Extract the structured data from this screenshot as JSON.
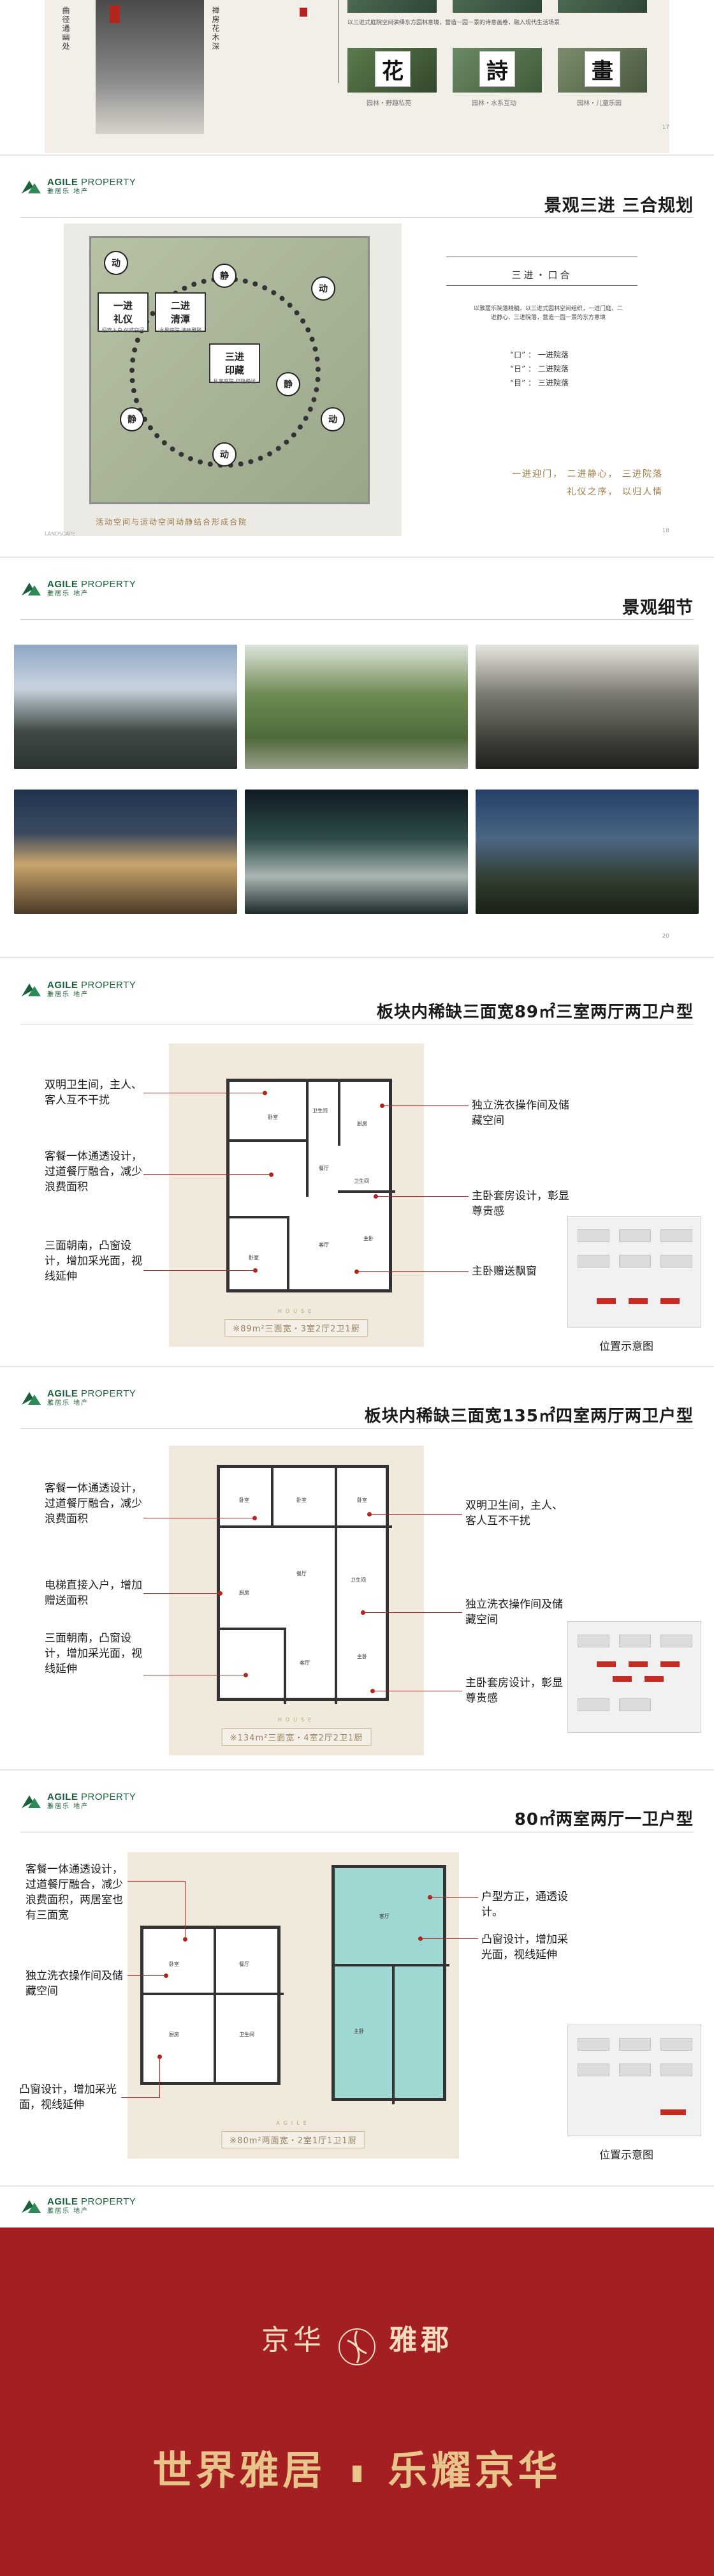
{
  "brand": {
    "en_bold": "AGILE",
    "en_light": "PROPERTY",
    "cn": "雅居乐 地产"
  },
  "slide1": {
    "page": "17",
    "chars": [
      "花",
      "詩",
      "畫"
    ],
    "captions": [
      "园林・野趣私苑",
      "园林・水系互动",
      "园林・儿童乐园"
    ],
    "intro_text": "以三进式庭院空间演绎东方园林意境，营造一园一景的诗意画卷，融入现代生活场景",
    "vtext": [
      "曲径通幽处",
      "禅房花木深"
    ]
  },
  "slide2": {
    "title": "景观三进 三合规划",
    "page": "18",
    "left_small": "LANDSCAPE",
    "zone1": "一进\n礼仪",
    "zone1_sub": "迎宾入户 仪式空间",
    "zone2": "二进\n清潭",
    "zone2_sub": "水景庭院 清幽雅致",
    "zone3": "三进\n印藏",
    "zone3_sub": "私享庭院 归隐静谧",
    "seal": "静",
    "seal_b": "动",
    "plan_caption": "活动空间与运动空间动静结合形成合院",
    "subhead": "三进・口合",
    "desc": "以雅居乐院落精髓，以三进式园林空间组织，一进门庭、二进静心、三进院落，营造一园一景的东方意境",
    "kv": [
      {
        "k": "“口”",
        "v": "一进院落"
      },
      {
        "k": "“日”",
        "v": "二进院落"
      },
      {
        "k": "“目”",
        "v": "三进院落"
      }
    ],
    "poem1": "一进迎门， 二进静心， 三进院落",
    "poem2": "礼仪之序， 以归人情"
  },
  "slide3": {
    "title": "景观细节",
    "page": "20"
  },
  "slide4": {
    "title": "板块内稀缺三面宽89㎡三室两厅两卫户型",
    "caption": "※89m²三面宽・3室2厅2卫1厨",
    "house": "HOUSE",
    "notes_left": [
      "双明卫生间，主人、客人互不干扰",
      "客餐一体通透设计，过道餐厅融合，减少浪费面积",
      "三面朝南，凸窗设计，增加采光面，视线延伸"
    ],
    "notes_right": [
      "独立洗衣操作间及储藏空间",
      "主卧套房设计，彰显尊贵感",
      "主卧赠送飘窗"
    ],
    "rooms": [
      "卧室",
      "餐厅",
      "厨房",
      "卫生间",
      "客厅",
      "卧室",
      "主卧",
      "卫生间"
    ],
    "loc_caption": "位置示意图"
  },
  "slide5": {
    "title": "板块内稀缺三面宽135㎡四室两厅两卫户型",
    "caption": "※134m²三面宽・4室2厅2卫1厨",
    "house": "HOUSE",
    "notes_left": [
      "客餐一体通透设计，过道餐厅融合，减少浪费面积",
      "电梯直接入户，增加赠送面积",
      "三面朝南，凸窗设计，增加采光面，视线延伸"
    ],
    "notes_right": [
      "双明卫生间，主人、客人互不干扰",
      "独立洗衣操作间及储藏空间",
      "主卧套房设计，彰显尊贵感"
    ],
    "rooms": [
      "卧室",
      "卧室",
      "卧室",
      "餐厅",
      "客厅",
      "主卧",
      "厨房",
      "卫生间"
    ],
    "loc_caption": "位置示意图"
  },
  "slide6": {
    "title": "80㎡两室两厅一卫户型",
    "caption": "※80m²两面宽・2室1厅1卫1厨",
    "house": "AGILE",
    "notes_left": [
      "客餐一体通透设计，过道餐厅融合，减少浪费面积，两居室也有三面宽",
      "独立洗衣操作间及储藏空间",
      "凸窗设计，增加采光面，视线延伸"
    ],
    "notes_right": [
      "户型方正，通透设计。",
      "凸窗设计，增加采光面，视线延伸"
    ],
    "rooms": [
      "卧室",
      "餐厅",
      "厨房",
      "卫生间",
      "客厅",
      "主卧"
    ],
    "loc_caption": "位置示意图"
  },
  "final": {
    "brand_left": "京华",
    "brand_right": "雅郡",
    "slogan_left": "世界雅居",
    "slogan_right": "乐耀京华"
  }
}
